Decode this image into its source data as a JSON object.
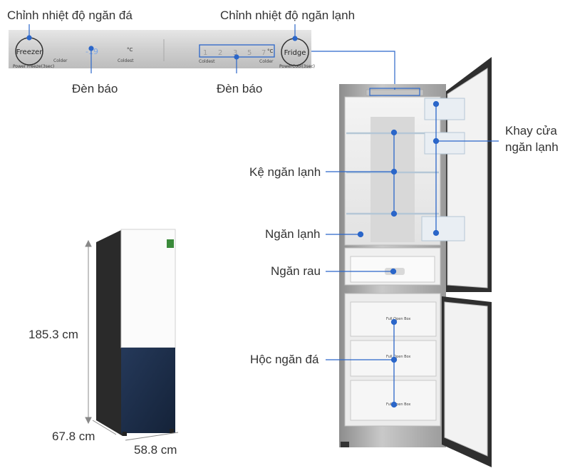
{
  "control_panel": {
    "freezer_heading": "Chỉnh nhiệt độ ngăn đá",
    "fridge_heading": "Chỉnh nhiệt độ ngăn lạnh",
    "freezer_button": "Freezer",
    "freezer_sub": "Power Freeze(3sec)",
    "freezer_colder": "Colder",
    "freezer_coldest": "Coldest",
    "freezer_display": "-19",
    "freezer_unit": "°C",
    "fridge_scale": [
      "1",
      "2",
      "3",
      "5",
      "7"
    ],
    "fridge_unit": "°C",
    "fridge_coldest": "Coldest",
    "fridge_colder": "Colder",
    "fridge_button": "Fridge",
    "fridge_sub": "PowerCool(3sec)",
    "indicator_left": "Đèn báo",
    "indicator_right": "Đèn báo"
  },
  "callouts": {
    "door_tray_line1": "Khay cửa",
    "door_tray_line2": "ngăn lạnh",
    "shelf": "Kệ ngăn lạnh",
    "fridge_compartment": "Ngăn lạnh",
    "crisper": "Ngăn rau",
    "freezer_drawer": "Hộc ngăn đá"
  },
  "dimensions": {
    "height": "185.3 cm",
    "depth": "67.8 cm",
    "width": "58.8 cm"
  },
  "drawer_label": "Full Open Box",
  "colors": {
    "accent": "#2b66c9",
    "fridge_white": "#fbfbfb",
    "freezer_navy": "#1c2e4a",
    "cabinet_dark": "#2a2a2a"
  }
}
